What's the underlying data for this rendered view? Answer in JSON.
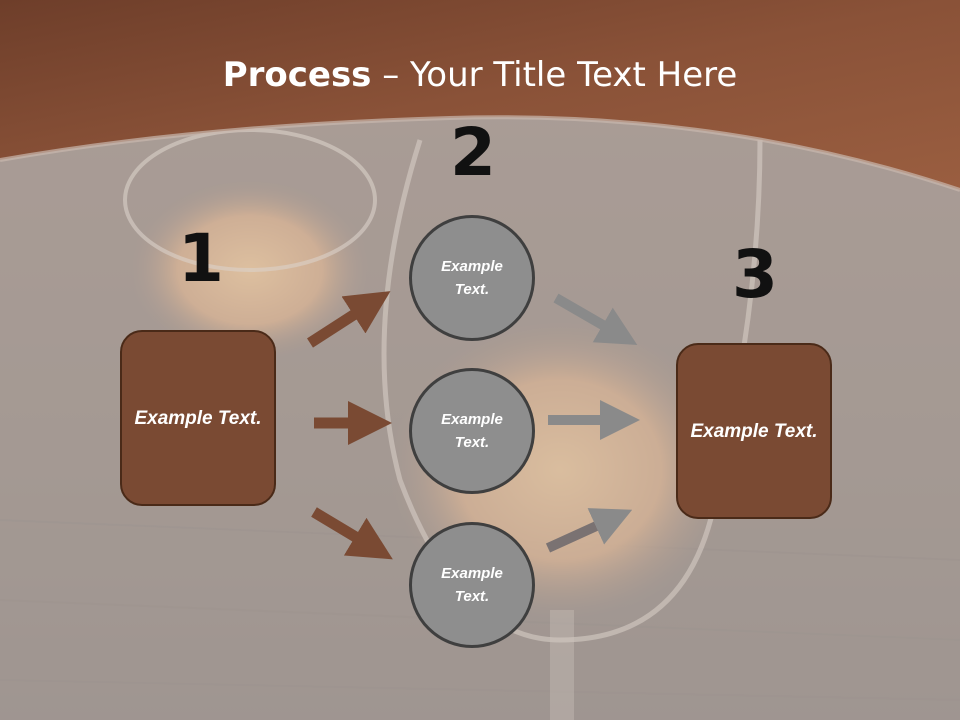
{
  "title": {
    "bold": "Process",
    "rest": " – Your Title Text Here"
  },
  "steps": [
    {
      "number": "1",
      "label": "Example Text."
    },
    {
      "number": "2",
      "label": "Example Text."
    },
    {
      "number": "3",
      "label": "Example Text."
    }
  ],
  "circles": [
    {
      "label": "Example Text."
    },
    {
      "label": "Example Text."
    },
    {
      "label": "Example Text."
    }
  ],
  "colors": {
    "brown_band": "#8a5238",
    "box_fill": "#7a4a33",
    "circle_fill": "#8e8e8e",
    "arrow_brown": "#7a4a33",
    "arrow_gray": "#8a8a8a"
  }
}
